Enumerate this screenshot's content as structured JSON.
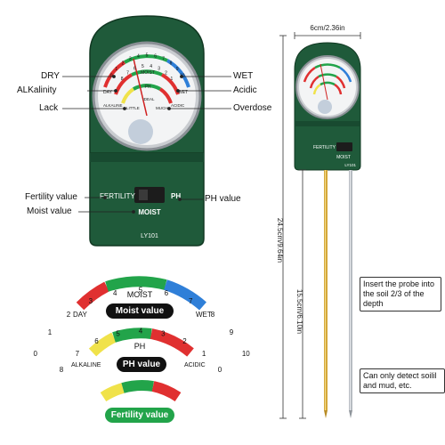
{
  "meter_labels": {
    "dry": "DRY",
    "wet": "WET",
    "alkalinity": "ALKalinity",
    "acidic": "Acidic",
    "lack": "Lack",
    "overdose": "Overdose",
    "fertility_value": "Fertility value",
    "moist_value": "Moist  value",
    "ph_value": "PH value"
  },
  "device": {
    "fertility": "FERTILITY",
    "ph": "PH",
    "moist": "MOIST",
    "model": "LY101",
    "dial_moist": "MOIST",
    "dial_ph": "PH",
    "dial_ideal": "IDEAL",
    "dial_day": "DAY",
    "dial_wet": "WET",
    "dial_alkaline": "ALKALINE",
    "dial_acidic": "ACIDIC",
    "dial_little": "LITTLE",
    "dial_much": "MUCH",
    "dial_moist_ticks": [
      "0",
      "1",
      "2",
      "3",
      "4",
      "5",
      "6",
      "7",
      "8",
      "9",
      "10"
    ],
    "dial_ph_ticks": [
      "8",
      "7",
      "6",
      "5",
      "4",
      "3",
      "2",
      "1"
    ]
  },
  "dimensions": {
    "width": "6cm/2.36in",
    "height": "24.5cm/9.64in",
    "probe": "15.5cm/6.10in"
  },
  "notes": {
    "insert": "Insert the probe into the soil 2/3 of the depth",
    "detect": "Can only detect soilil and mud, etc."
  },
  "moist_scale": {
    "ticks": [
      "0",
      "1",
      "2",
      "3",
      "4",
      "5",
      "6",
      "7",
      "8",
      "9",
      "10"
    ],
    "name": "MOIST",
    "left": "DAY",
    "right": "WET",
    "pill": "Moist value"
  },
  "ph_scale": {
    "ticks": [
      "8",
      "7",
      "6",
      "5",
      "4",
      "3",
      "2",
      "1",
      "0"
    ],
    "name": "PH",
    "left": "ALKALINE",
    "right": "ACIDIC",
    "pill": "PH value"
  },
  "fertility_scale": {
    "pill": "Fertility value"
  },
  "colors": {
    "body": "#1f5a3a",
    "body_dark": "#17472d",
    "red": "#e03030",
    "green": "#22a44a",
    "blue": "#2f7fd8",
    "yellow": "#f0e24a"
  }
}
